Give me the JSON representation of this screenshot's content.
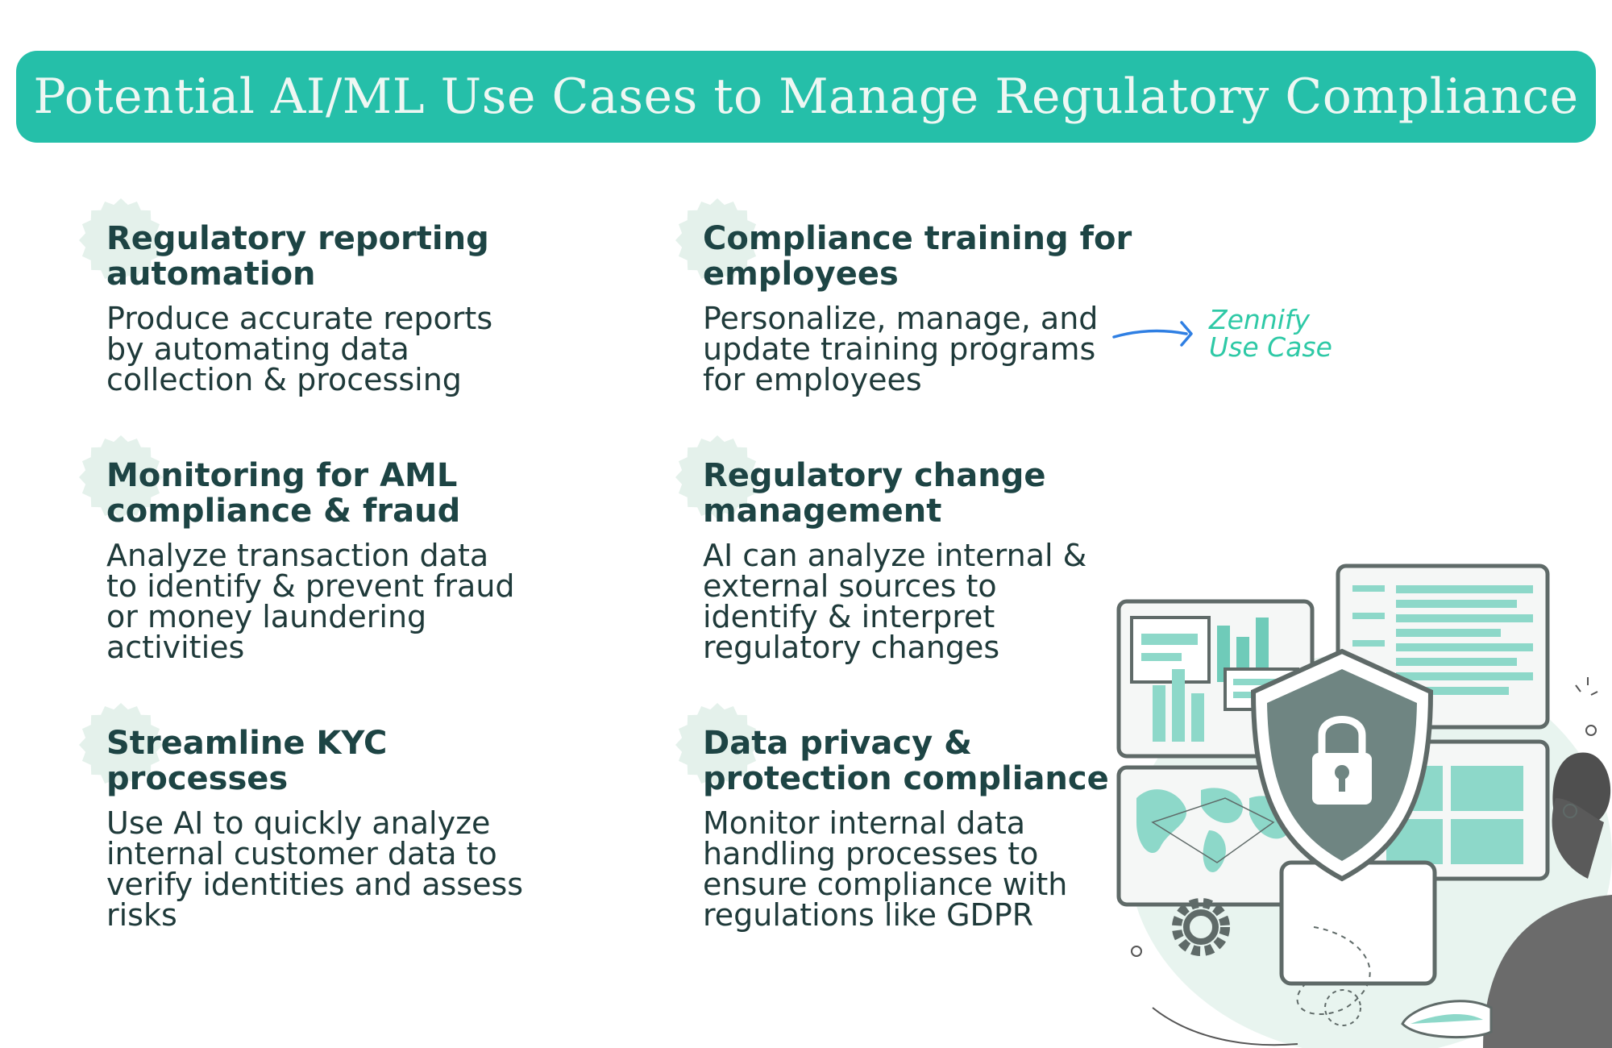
{
  "title": "Potential AI/ML Use Cases to Manage Regulatory Compliance",
  "colors": {
    "accent": "#25bfa9",
    "heading": "#1d4444",
    "text": "#1f3a3a",
    "badge": "#e4f1eb",
    "zennify": "#2ec9a6",
    "arrow": "#2f7fe3"
  },
  "cards": [
    {
      "title": [
        "Regulatory reporting",
        "automation"
      ],
      "desc": [
        "Produce accurate reports",
        "by automating data",
        "collection & processing"
      ]
    },
    {
      "title": [
        "Compliance training for",
        "employees"
      ],
      "desc": [
        "Personalize, manage, and",
        "update training programs",
        "for employees"
      ]
    },
    {
      "title": [
        "Monitoring for AML",
        "compliance & fraud"
      ],
      "desc": [
        "Analyze transaction data",
        "to identify & prevent fraud",
        "or money laundering",
        "activities"
      ]
    },
    {
      "title": [
        "Regulatory change",
        "management"
      ],
      "desc": [
        "AI can analyze internal &",
        "external sources to",
        "identify & interpret",
        "regulatory changes"
      ]
    },
    {
      "title": [
        "Streamline KYC",
        "processes"
      ],
      "desc": [
        "Use AI to quickly analyze",
        "internal customer data to",
        "verify identities and assess",
        "risks"
      ]
    },
    {
      "title": [
        "Data privacy &",
        "protection compliance"
      ],
      "desc": [
        "Monitor internal data",
        "handling processes to",
        "ensure compliance with",
        "regulations like GDPR"
      ]
    }
  ],
  "zennify": {
    "line1": "Zennify",
    "line2": "Use Case"
  },
  "icons": {
    "badge": "starburst-badge-icon",
    "arrow": "arrow-right-icon",
    "illustration": "security-shield-lock-illustration"
  }
}
